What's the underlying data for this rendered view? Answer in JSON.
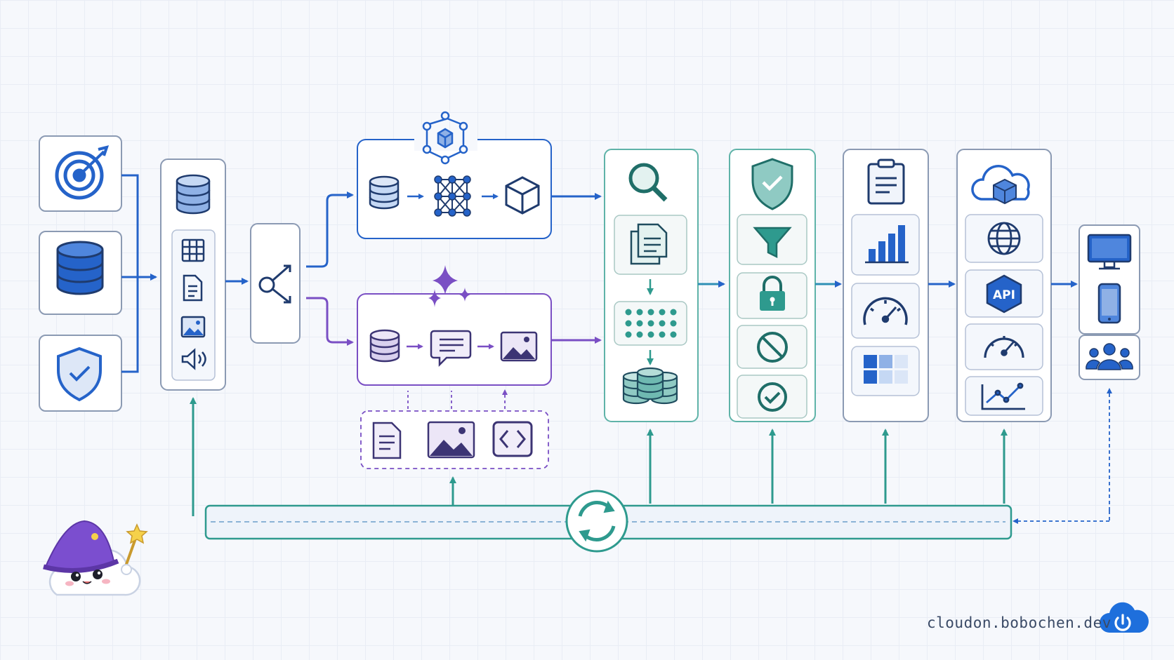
{
  "diagram": {
    "colors": {
      "blue": "#2563c9",
      "purple": "#7a4fc4",
      "teal": "#2e9a8e",
      "navy": "#1f3b6e",
      "panel_border": "#8b9ab3",
      "teal_border": "#5fb3a8",
      "background": "#f6f8fc"
    },
    "stages": [
      {
        "id": "inputs",
        "icons": [
          "target-icon",
          "database-icon",
          "shield-check-icon"
        ]
      },
      {
        "id": "data-sources",
        "icons": [
          "database-icon",
          "table-icon",
          "document-icon",
          "image-icon",
          "speaker-icon"
        ]
      },
      {
        "id": "router",
        "icons": [
          "branch-icon"
        ]
      },
      {
        "id": "graph-pipeline",
        "icons": [
          "cube-network-icon",
          "database-icon",
          "neural-network-icon",
          "cube-icon"
        ]
      },
      {
        "id": "generative-pipeline",
        "icons": [
          "sparkles-icon",
          "database-icon",
          "chat-icon",
          "image-icon"
        ]
      },
      {
        "id": "multimodal-inputs",
        "icons": [
          "document-icon",
          "image-icon",
          "code-icon"
        ]
      },
      {
        "id": "retrieval",
        "icons": [
          "search-icon",
          "documents-icon",
          "vector-grid-icon",
          "database-stack-icon"
        ]
      },
      {
        "id": "guardrails",
        "icons": [
          "shield-check-icon",
          "filter-icon",
          "lock-icon",
          "block-icon",
          "check-circle-icon"
        ]
      },
      {
        "id": "evaluation",
        "icons": [
          "clipboard-icon",
          "bar-chart-icon",
          "gauge-icon",
          "heatmap-icon"
        ]
      },
      {
        "id": "deployment",
        "icons": [
          "cloud-cube-icon",
          "globe-icon",
          "api-icon",
          "gauge-icon",
          "line-chart-icon"
        ]
      },
      {
        "id": "clients",
        "icons": [
          "monitor-icon",
          "phone-icon",
          "users-icon"
        ]
      }
    ],
    "feedback_loop": {
      "icon": "refresh-icon"
    },
    "api_label": "API"
  },
  "mascot": {
    "icon": "wizard-cloud-mascot"
  },
  "footer": {
    "site": "cloudon.bobochen.dev",
    "icon": "power-cloud-icon"
  }
}
